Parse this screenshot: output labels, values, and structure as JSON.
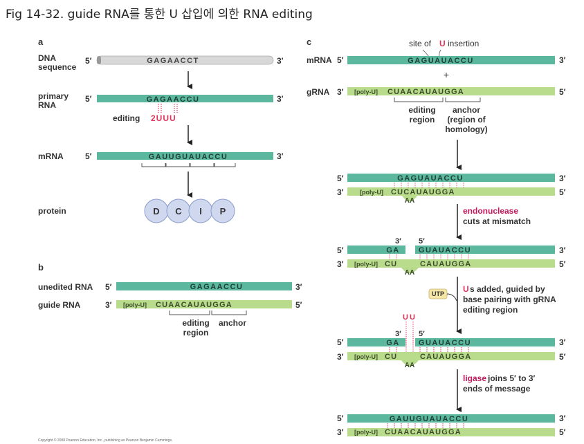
{
  "title": "Fig  14-32. guide RNA를 통한 U 삽입에 의한 RNA editing",
  "copyright": "Copyright © 2008 Pearson Education, Inc., publishing as Pearson Benjamin Cummings.",
  "common": {
    "five": "5′",
    "three": "3′"
  },
  "colors": {
    "mrna": "#5bb89e",
    "grna": "#b8dc8c",
    "dna": "#d8d8d8",
    "insert": "#e0335a",
    "protein": "#cfd8ef"
  },
  "panel_a": {
    "letter": "a",
    "dna_label": [
      "DNA",
      "sequence"
    ],
    "dna_seq": "GAGAACCT",
    "primary_label": [
      "primary",
      "RNA"
    ],
    "primary_seq": "GAGAACCU",
    "editing_label": "editing",
    "insert_label": "2UUU",
    "mrna_label": "mRNA",
    "mrna_seq": "GAUUGUAUACCU",
    "protein_label": "protein",
    "residues": [
      "D",
      "C",
      "I",
      "P"
    ]
  },
  "panel_b": {
    "letter": "b",
    "unedited_label": "unedited RNA",
    "unedited_seq": "GAGAACCU",
    "guide_label": "guide RNA",
    "polyu": "[poly-U]",
    "guide_seq": "CUAACAUAUGGA",
    "editing_region": [
      "editing",
      "region"
    ],
    "anchor": "anchor"
  },
  "panel_c": {
    "letter": "c",
    "site_label": "site of",
    "site_u": "U",
    "site_rest": "insertion",
    "mrna_label": "mRNA",
    "grna_label": "gRNA",
    "mrna_seq": "GAGUAUACCU",
    "plus": "+",
    "polyu": "[poly-U]",
    "grna_seq": "CUAACAUAUGGA",
    "editing_region": [
      "editing",
      "region"
    ],
    "anchor": [
      "anchor",
      "(region of",
      "homology)"
    ],
    "s2_top": "GAGUAUACCU",
    "s2_bottom": "CUCAUAUGGA",
    "loop": "AA",
    "endo_word": "endonuclease",
    "endo_rest": "cuts at mismatch",
    "frag_left": "GA",
    "frag_right": "GUAUACCU",
    "bottom_left": "CU",
    "bottom_right": "CAUAUGGA",
    "utp": "UTP",
    "us_word": "U",
    "us_rest": "s added, guided by",
    "us_line2": "base pairing with gRNA",
    "us_line3": "editing region",
    "uu": "UU",
    "ligase_word": "ligase",
    "ligase_rest": " joins 5′ to 3′",
    "ligase_line2": "ends of message",
    "final_top": "GAUUGUAUACCU",
    "final_bottom": "CUAACAUAUGGA"
  }
}
